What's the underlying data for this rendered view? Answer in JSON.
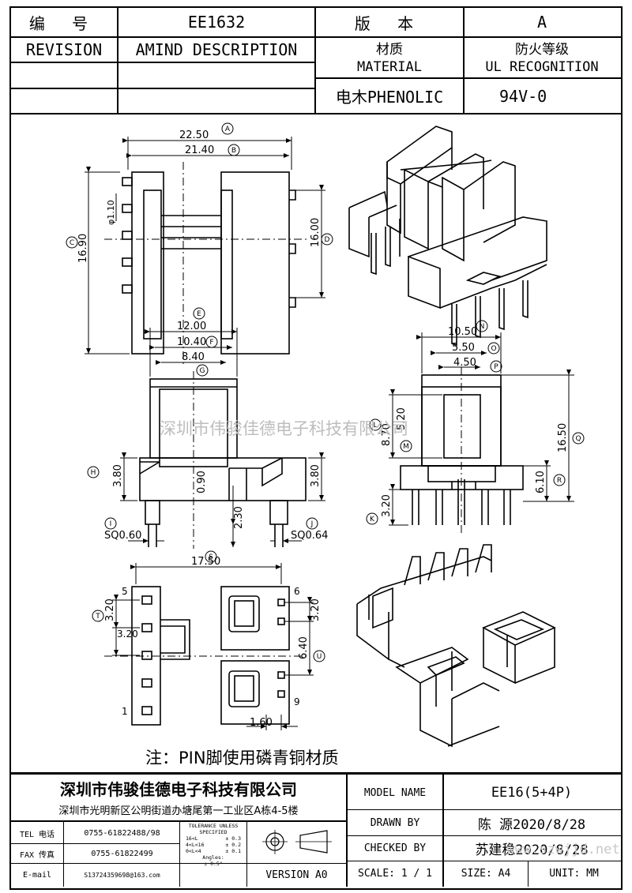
{
  "header": {
    "code_label": "编 号",
    "code_value": "EE1632",
    "version_label": "版 本",
    "version_value": "A",
    "revision_label": "REVISION",
    "amend_label": "AMIND DESCRIPTION",
    "material_label_cn": "材质",
    "material_label_en": "MATERIAL",
    "ul_label_cn": "防火等级",
    "ul_label_en": "UL RECOGNITION",
    "material_value": "电木PHENOLIC",
    "ul_value": "94V-0"
  },
  "drawing": {
    "watermark": "深圳市伟骏佳德电子科技有限公司",
    "note": "注：PIN脚使用磷青铜材质",
    "dims": {
      "A": "22.50",
      "B": "21.40",
      "C": "16.90",
      "D": "16.00",
      "dia": "φ1.10",
      "E": "12.00",
      "F": "10.40",
      "G": "8.40",
      "H": "3.80",
      "H2": "3.80",
      "v090": "0.90",
      "v230": "2.30",
      "I": "SQ0.60",
      "J": "SQ0.64",
      "N": "10.50",
      "O": "5.50",
      "P": "4.50",
      "L": "8.70",
      "L2": "5.20",
      "Q": "16.50",
      "R": "6.10",
      "K": "3.20",
      "S": "17.50",
      "T": "3.20",
      "T2": "3.20",
      "T3": "3.20",
      "U": "6.40",
      "w160": "1.60"
    },
    "callouts": [
      "A",
      "B",
      "C",
      "D",
      "E",
      "F",
      "G",
      "H",
      "I",
      "J",
      "K",
      "L",
      "M",
      "N",
      "O",
      "P",
      "Q",
      "R",
      "S",
      "T",
      "U"
    ],
    "pins": [
      "5",
      "1",
      "6",
      "9"
    ]
  },
  "footer": {
    "company": "深圳市伟骏佳德电子科技有限公司",
    "address": "深圳市光明新区公明街道办塘尾第一工业区A栋4-5楼",
    "tel_label": "TEL 电话",
    "tel_value": "0755-61822488/98",
    "fax_label": "FAX 传真",
    "fax_value": "0755-61822499",
    "email_label": "E-mail",
    "email_value": "S13724359698@163.com",
    "tolerance_title": "TOLERANCE UNLESS SPECIFIED",
    "tol_rows": [
      {
        "range": "16<L",
        "value": "± 0.3"
      },
      {
        "range": "4<L<16",
        "value": "± 0.2"
      },
      {
        "range": "0<L<4",
        "value": "± 0.1"
      }
    ],
    "angles_label": "Angles:",
    "angles_value": "± 0.5°",
    "version": "VERSION A0",
    "model_label": "MODEL NAME",
    "model_value": "EE16(5+4P)",
    "drawn_label": "DRAWN BY",
    "drawn_value": "陈 源2020/8/28",
    "checked_label": "CHECKED BY",
    "checked_value": "苏建稳2020/8/28",
    "scale_label": "SCALE: 1 / 1",
    "size_label": "SIZE: A4",
    "unit_label": "UNIT: MM",
    "website": "www.szwjjd.net"
  }
}
